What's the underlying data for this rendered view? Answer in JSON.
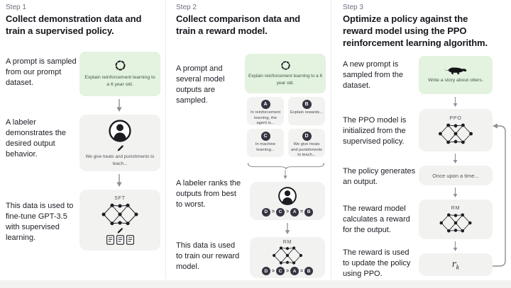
{
  "colors": {
    "background": "#ffffff",
    "green_box": "#e4f2e0",
    "gray_box": "#f2f2f0",
    "chip_dark": "#343541",
    "text_primary": "#202028",
    "text_muted": "#6e6e80",
    "green_box_text": "#3f5a45",
    "arrow": "#8e8e96",
    "divider": "#ebebe9"
  },
  "steps": [
    {
      "step_label": "Step 1",
      "title": "Collect demonstration data and train a supervised policy.",
      "prompt_label": "A prompt is sampled from our prompt dataset.",
      "prompt_box": "Explain reinforcement learning to a 6 year old.",
      "labeler_label": "A labeler demonstrates the desired output behavior.",
      "labeler_box": "We give treats and punishments to teach...",
      "sft_label": "This data is used to fine-tune GPT-3.5 with supervised learning.",
      "sft_box_title": "SFT"
    },
    {
      "step_label": "Step 2",
      "title": "Collect comparison data and train a reward model.",
      "prompt_label": "A prompt and several model outputs are sampled.",
      "prompt_box": "Explain reinforcement learning to a 6 year old.",
      "options": [
        {
          "id": "A",
          "text": "In reinforcement learning, the agent is..."
        },
        {
          "id": "B",
          "text": "Explain rewards..."
        },
        {
          "id": "C",
          "text": "In machine learning..."
        },
        {
          "id": "D",
          "text": "We give treats and punishments to teach..."
        }
      ],
      "rank_label": "A labeler ranks the outputs from best to worst.",
      "ranking": [
        "D",
        ">",
        "C",
        ">",
        "A",
        "=",
        "B"
      ],
      "rm_label": "This data is used to train our reward model.",
      "rm_box_title": "RM"
    },
    {
      "step_label": "Step 3",
      "title": "Optimize a policy against the reward model using the PPO reinforcement learning algorithm.",
      "prompt_label": "A new prompt is sampled from the dataset.",
      "prompt_box": "Write a story about otters.",
      "ppo_label": "The PPO model is initialized from the supervised policy.",
      "ppo_box_title": "PPO",
      "output_label": "The policy generates an output.",
      "output_box": "Once upon a time...",
      "rm_label": "The reward model calculates a reward for the output.",
      "rm_box_title": "RM",
      "reward_label": "The reward is used to update the policy using PPO.",
      "reward_symbol": {
        "base": "r",
        "sub": "k"
      }
    }
  ]
}
